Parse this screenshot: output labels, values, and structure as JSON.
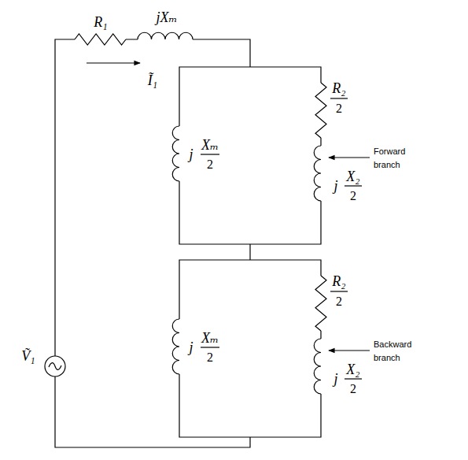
{
  "diagram": {
    "labels": [
      "R₁",
      "jXₘ",
      "Ĩ₁",
      "R₂",
      "2",
      "j",
      "Xₘ",
      "2",
      "Forward branch",
      "j",
      "X₂",
      "2",
      "Ṽ₁",
      "R₂",
      "2",
      "j",
      "Xₘ",
      "2",
      "Backward branch",
      "j",
      "X₂",
      "2"
    ]
  }
}
